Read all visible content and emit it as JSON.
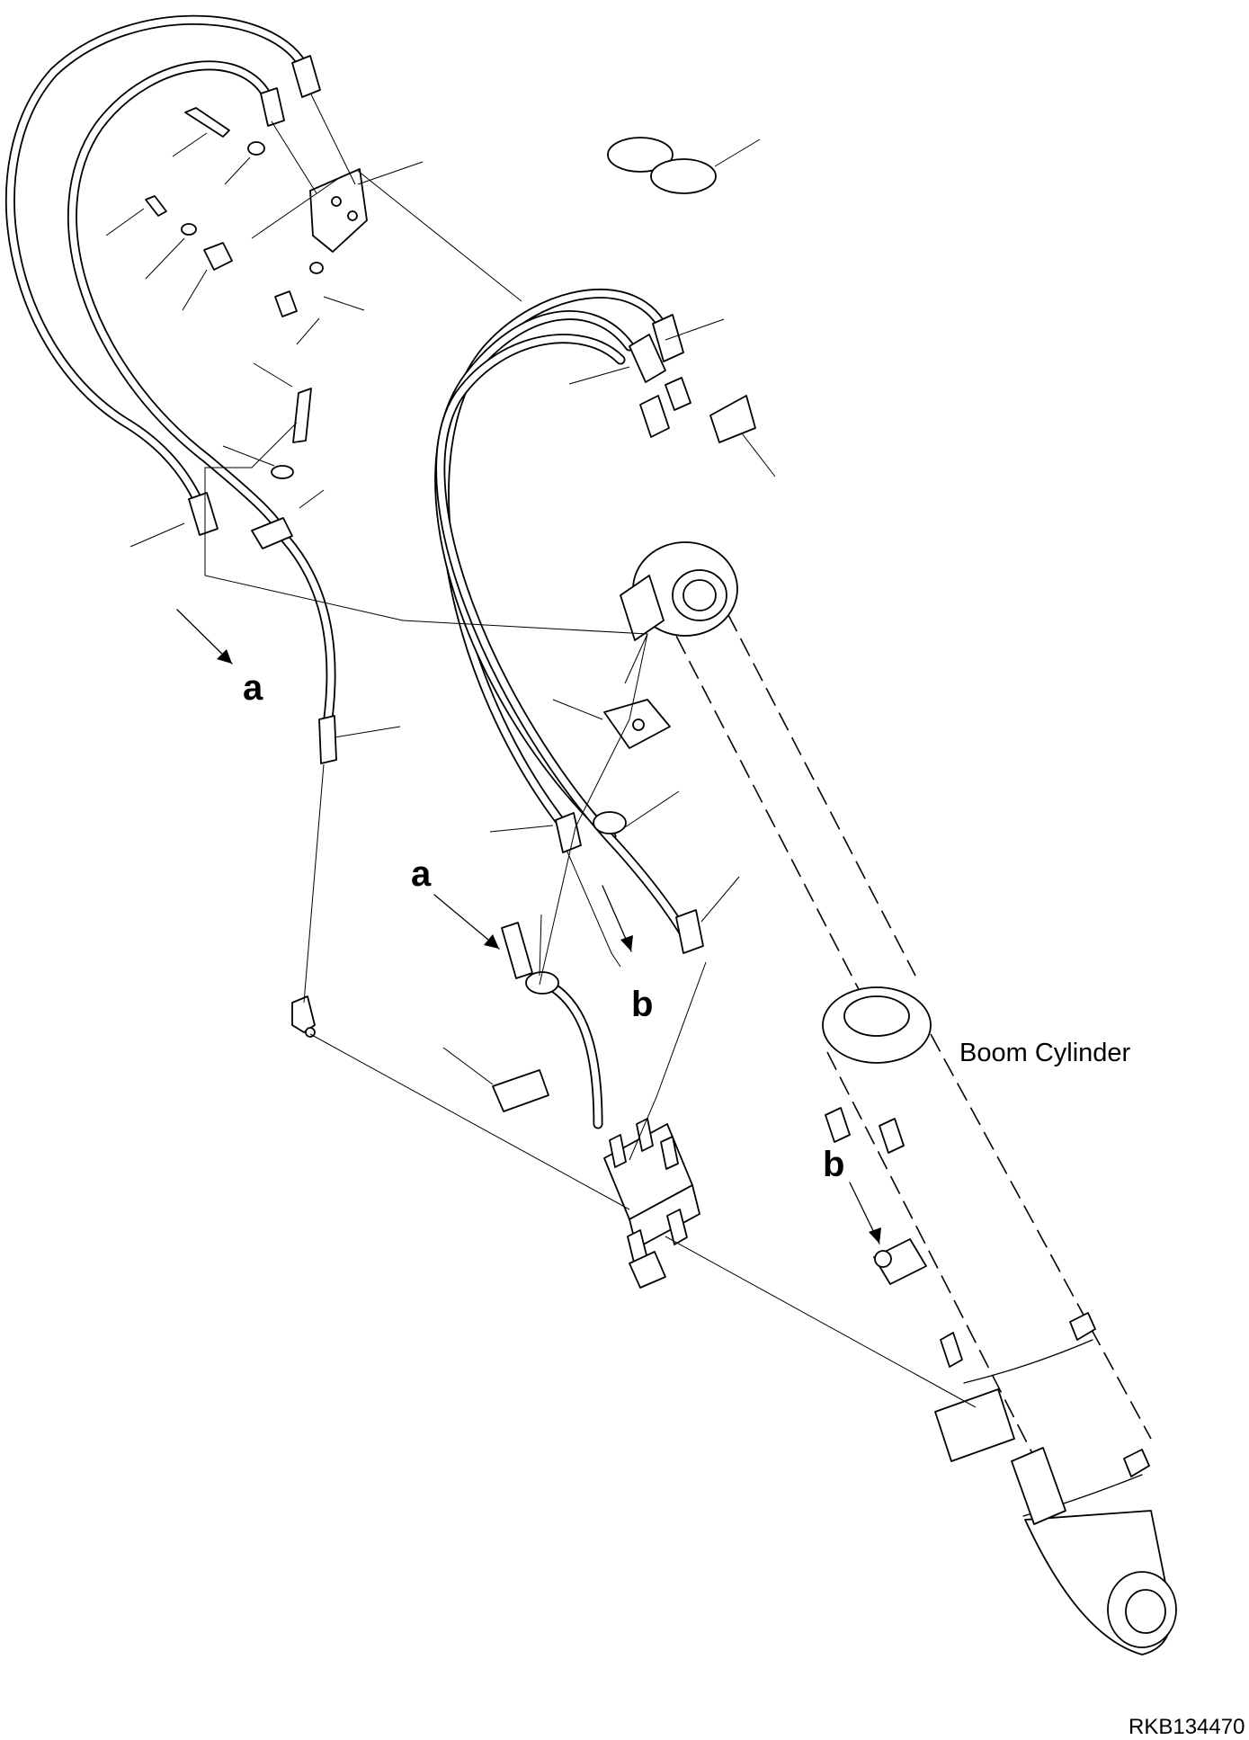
{
  "labels": {
    "view_a_top": "a",
    "view_a_mid": "a",
    "view_b_mid": "b",
    "view_b_cyl": "b",
    "boom_cylinder": "Boom Cylinder"
  },
  "reference_code": "RKB134470"
}
